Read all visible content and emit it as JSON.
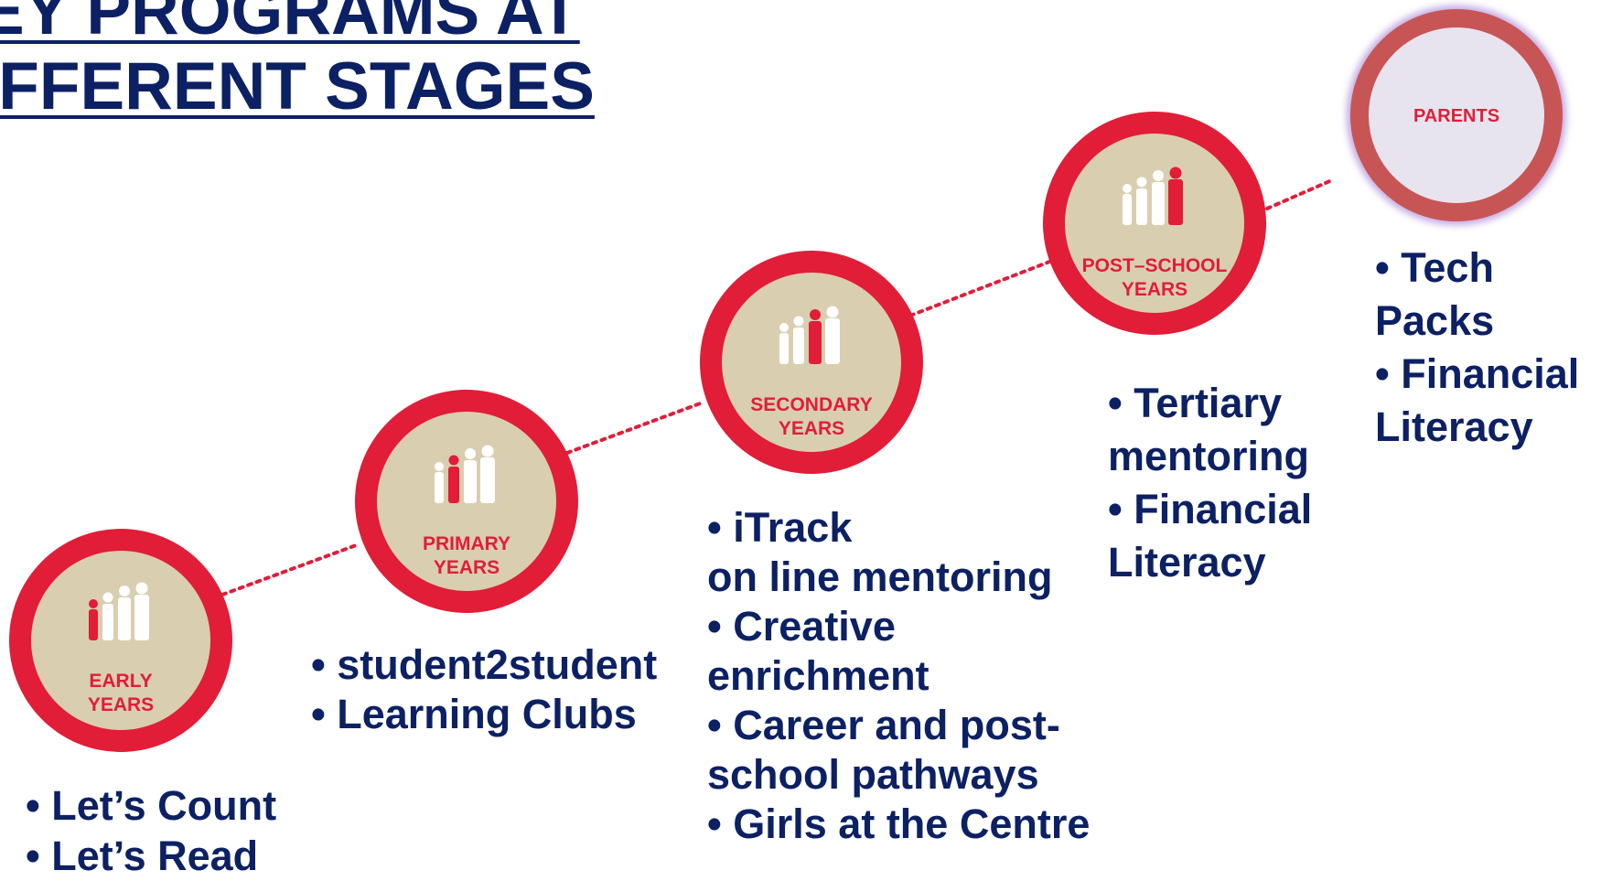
{
  "title": {
    "line1": "EY PROGRAMS AT",
    "line2": "IFFERENT STAGES"
  },
  "colors": {
    "title": "#0c2064",
    "ring": "#e11d38",
    "inner": "#d9ceb0",
    "parents_ring": "#c85555",
    "parents_inner": "#e8e4ef",
    "connector": "#e11d38"
  },
  "stages": [
    {
      "id": "early",
      "label_line1": "EARLY",
      "label_line2": "YEARS",
      "icon": "family-silhouette-icon",
      "highlighted_figure": "child",
      "programs": [
        "• Let’s Count",
        "• Let’s Read"
      ]
    },
    {
      "id": "primary",
      "label_line1": "PRIMARY",
      "label_line2": "YEARS",
      "icon": "family-silhouette-icon",
      "highlighted_figure": "primary-student",
      "programs": [
        "• student2student",
        "• Learning Clubs"
      ]
    },
    {
      "id": "secondary",
      "label_line1": "SECONDARY",
      "label_line2": "YEARS",
      "icon": "family-silhouette-icon",
      "highlighted_figure": "secondary-student",
      "programs": [
        "• iTrack",
        "on line mentoring",
        "• Creative",
        "enrichment",
        "• Career and post-",
        "school pathways",
        "• Girls at the Centre"
      ]
    },
    {
      "id": "post-school",
      "label_line1": "POST–SCHOOL",
      "label_line2": "YEARS",
      "icon": "family-silhouette-icon",
      "highlighted_figure": "adult",
      "programs": [
        "• Tertiary",
        "mentoring",
        "• Financial",
        "Literacy"
      ]
    }
  ],
  "parents": {
    "label": "PARENTS",
    "programs": [
      "• Tech",
      "Packs",
      "• Financial",
      "Literacy"
    ]
  }
}
